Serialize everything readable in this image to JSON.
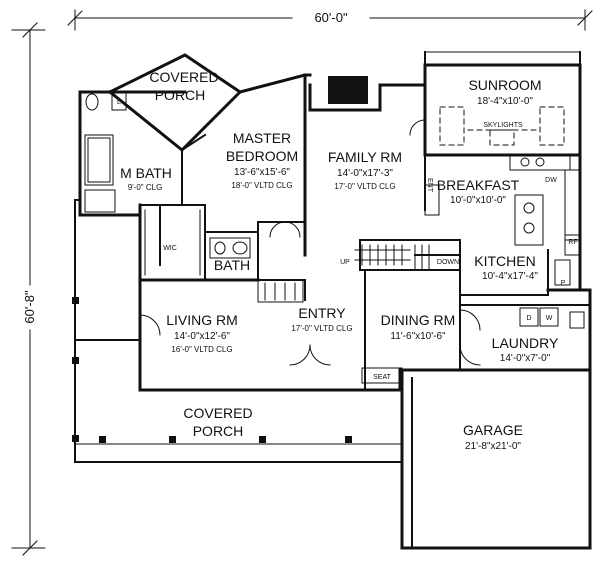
{
  "overall": {
    "width": "60'-0\"",
    "depth": "60'-8\""
  },
  "rooms": {
    "covered_porch_top": {
      "name": "COVERED\nPORCH"
    },
    "sunroom": {
      "name": "SUNROOM",
      "dims": "18'-4\"x10'-0\"",
      "note": "SKYLIGHTS"
    },
    "master_bath": {
      "name": "M BATH",
      "dims": "9'-0\" CLG"
    },
    "master_bedroom": {
      "name": "MASTER\nBEDROOM",
      "dims": "13'-6\"x15'-6\"",
      "ceiling": "18'-0\" VLTD CLG"
    },
    "family_rm": {
      "name": "FAMILY RM",
      "dims": "14'-0\"x17'-3\"",
      "ceiling": "17'-0\" VLTD CLG"
    },
    "breakfast": {
      "name": "BREAKFAST",
      "dims": "10'-0\"x10'-0\""
    },
    "kitchen": {
      "name": "KITCHEN",
      "dims": "10'-4\"x17'-4\""
    },
    "bath": {
      "name": "BATH"
    },
    "living_rm": {
      "name": "LIVING RM",
      "dims": "14'-0\"x12'-6\"",
      "ceiling": "16'-0\" VLTD CLG"
    },
    "entry": {
      "name": "ENTRY",
      "ceiling": "17'-0\" VLTD CLG"
    },
    "dining_rm": {
      "name": "DINING RM",
      "dims": "11'-6\"x10'-6\""
    },
    "laundry": {
      "name": "LAUNDRY",
      "dims": "14'-0\"x7'-0\""
    },
    "covered_porch_front": {
      "name": "COVERED\nPORCH"
    },
    "garage": {
      "name": "GARAGE",
      "dims": "21'-8\"x21'-0\""
    }
  },
  "fixtures": {
    "wic": "WIC",
    "ent": "ENT",
    "dw": "DW",
    "rf": "RF",
    "pantry": "P",
    "washer": "W",
    "dryer": "D",
    "seat": "SEAT",
    "up": "UP",
    "down": "DOWN",
    "linen": "L"
  }
}
